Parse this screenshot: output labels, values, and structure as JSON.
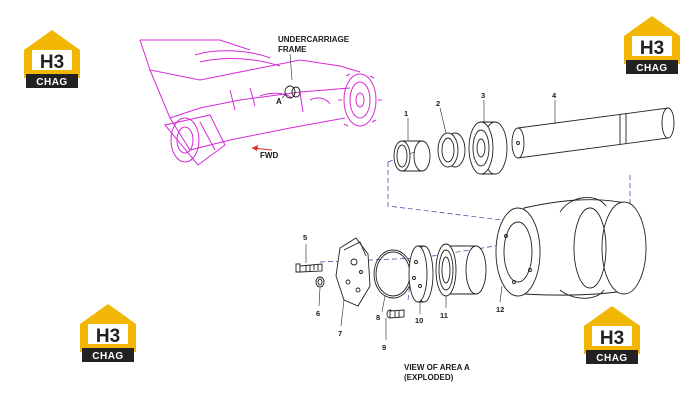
{
  "labels": {
    "frame_line1": "UNDERCARRIAGE",
    "frame_line2": "FRAME",
    "area": "A",
    "fwd": "FWD",
    "view_line1": "VIEW OF AREA A",
    "view_line2": "(EXPLODED)"
  },
  "parts": {
    "p1": "1",
    "p2": "2",
    "p3": "3",
    "p4": "4",
    "p5": "5",
    "p6": "6",
    "p7": "7",
    "p8": "8",
    "p9": "9",
    "p10": "10",
    "p11": "11",
    "p12": "12"
  },
  "logo": {
    "mark": "H3",
    "text": "CHAG",
    "colors": {
      "accent": "#f2b705",
      "dark": "#222222"
    }
  },
  "colors": {
    "frame": "#d62ad6",
    "parts": "#222222",
    "axis": "#3a3aa0"
  }
}
